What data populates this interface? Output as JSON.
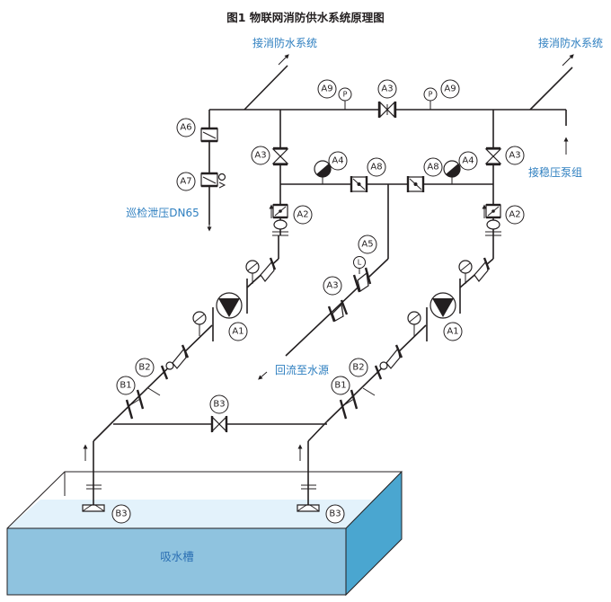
{
  "title": "图1 物联网消防供水系统原理图",
  "labels": {
    "to_fire_system_left": "接消防水系统",
    "to_fire_system_right": "接消防水系统",
    "to_pressure_pump": "接稳压泵组",
    "inspection_relief": "巡检泄压DN65",
    "return_to_source": "回流至水源",
    "tank": "吸水槽"
  },
  "tags": {
    "A1": "A1",
    "A2": "A2",
    "A3": "A3",
    "A4": "A4",
    "A5": "A5",
    "A6": "A6",
    "A7": "A7",
    "A8": "A8",
    "A9": "A9",
    "B1": "B1",
    "B2": "B2",
    "B3": "B3",
    "P": "P",
    "L": "L"
  },
  "colors": {
    "line": "#231f20",
    "label_blue": "#2e7fc0",
    "tank_front": "#8fc3df",
    "tank_side": "#4aa6d0",
    "tank_water_top": "#e3f2fb"
  }
}
